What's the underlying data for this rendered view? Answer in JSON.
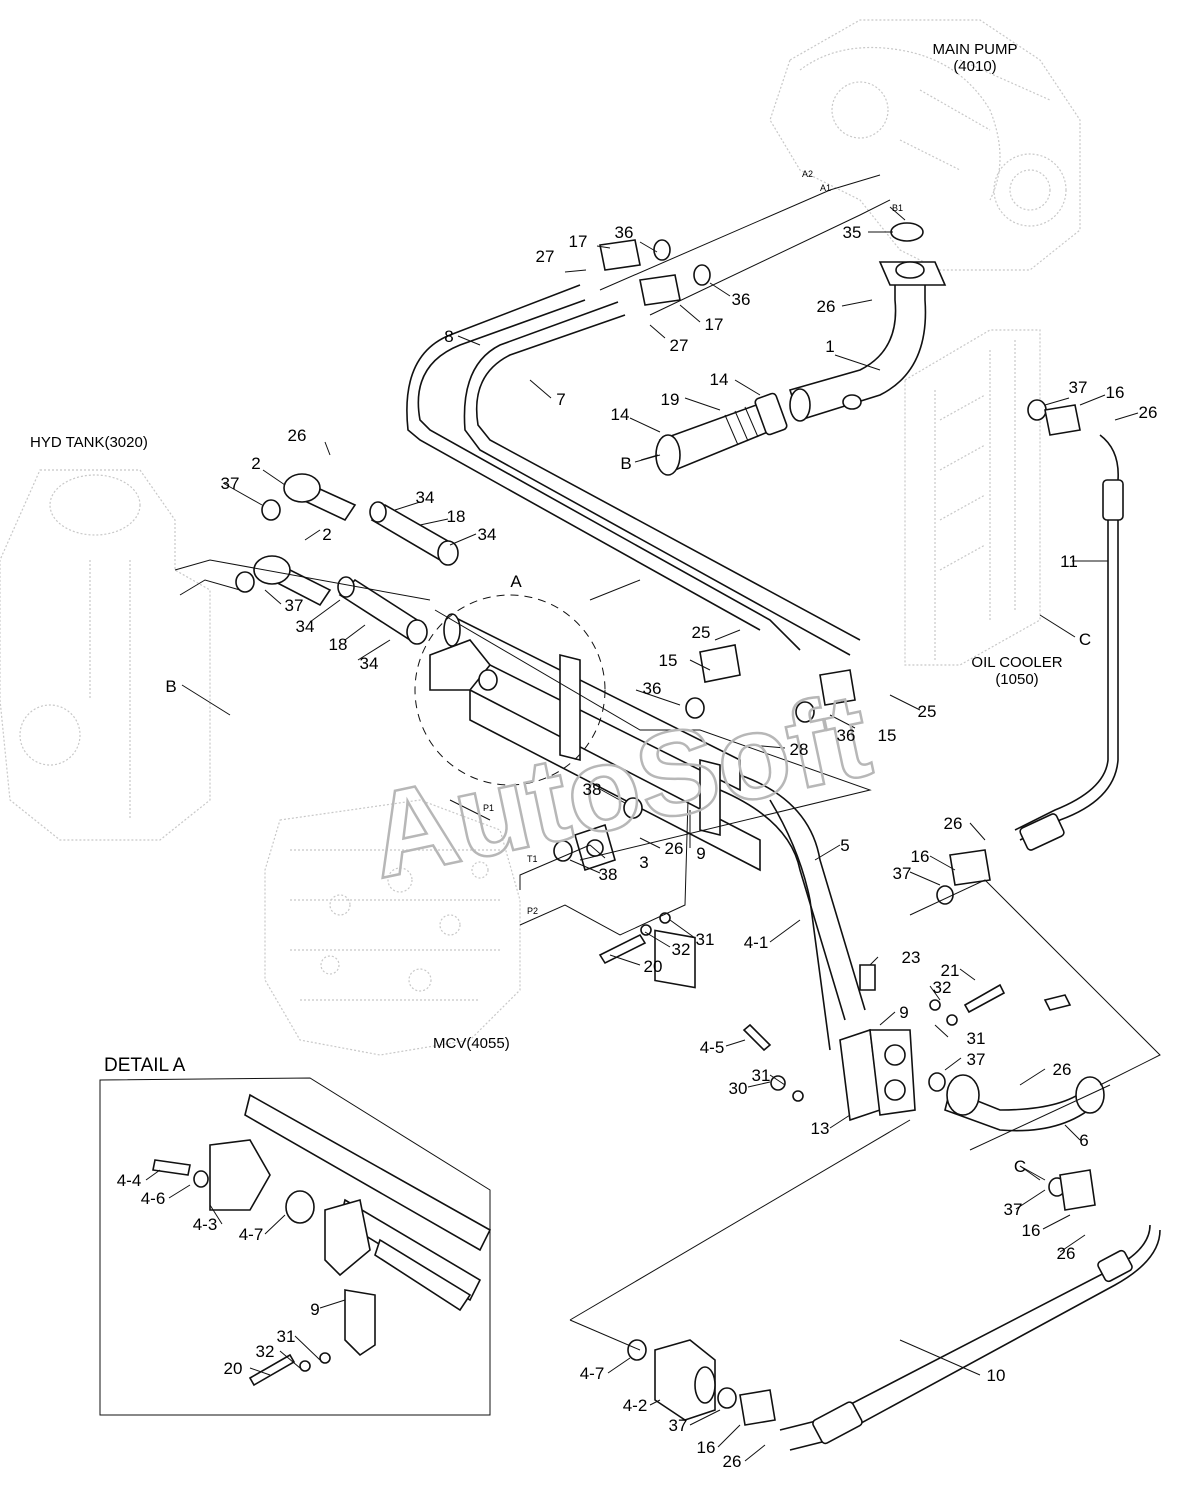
{
  "components": {
    "main_pump": [
      "MAIN PUMP",
      "(4010)"
    ],
    "hyd_tank": "HYD TANK(3020)",
    "oil_cooler": [
      "OIL COOLER",
      "(1050)"
    ],
    "mcv": "MCV(4055)"
  },
  "detail_title": "DETAIL A",
  "watermark": "AutoSoft",
  "port_labels": {
    "a2": "A2",
    "a1": "A1",
    "b1": "B1",
    "p1": "P1",
    "t1": "T1",
    "p2": "P2"
  },
  "section_markers": {
    "a": "A",
    "b": "B",
    "b_tank": "B",
    "c_cooler": "C",
    "c_lower": "C"
  },
  "callouts": {
    "c35": "35",
    "c26a": "26",
    "c1": "1",
    "c36a": "36",
    "c36b": "36",
    "c17a": "17",
    "c17b": "17",
    "c27a": "27",
    "c27b": "27",
    "c8": "8",
    "c7": "7",
    "c14a": "14",
    "c14b": "14",
    "c19": "19",
    "c37a": "37",
    "c16a": "16",
    "c26b": "26",
    "c26c": "26",
    "c2a": "2",
    "c37b": "37",
    "c34a": "34",
    "c18a": "18",
    "c34b": "34",
    "c2b": "2",
    "c37c": "37",
    "c34c": "34",
    "c18b": "18",
    "c34d": "34",
    "c11": "11",
    "c25a": "25",
    "c15a": "15",
    "c36c": "36",
    "c25b": "25",
    "c36d": "36",
    "c15b": "15",
    "c28": "28",
    "c38a": "38",
    "c26d": "26",
    "c3": "3",
    "c38b": "38",
    "c9a": "9",
    "c5": "5",
    "c26e": "26",
    "c16b": "16",
    "c37d": "37",
    "c41": "4-1",
    "c31a": "31",
    "c32a": "32",
    "c20a": "20",
    "c23": "23",
    "c21": "21",
    "c32b": "32",
    "c31b": "31",
    "c9b": "9",
    "c45": "4-5",
    "c37e": "37",
    "c31c": "31",
    "c30": "30",
    "c13": "13",
    "c26f": "26",
    "c6": "6",
    "c37f": "37",
    "c16c": "16",
    "c26g": "26",
    "c10": "10",
    "c47a": "4-7",
    "c42": "4-2",
    "c37g": "37",
    "c16d": "16",
    "c26h": "26",
    "c44": "4-4",
    "c46": "4-6",
    "c43": "4-3",
    "c47b": "4-7",
    "c9c": "9",
    "c31d": "31",
    "c32c": "32",
    "c20b": "20"
  }
}
